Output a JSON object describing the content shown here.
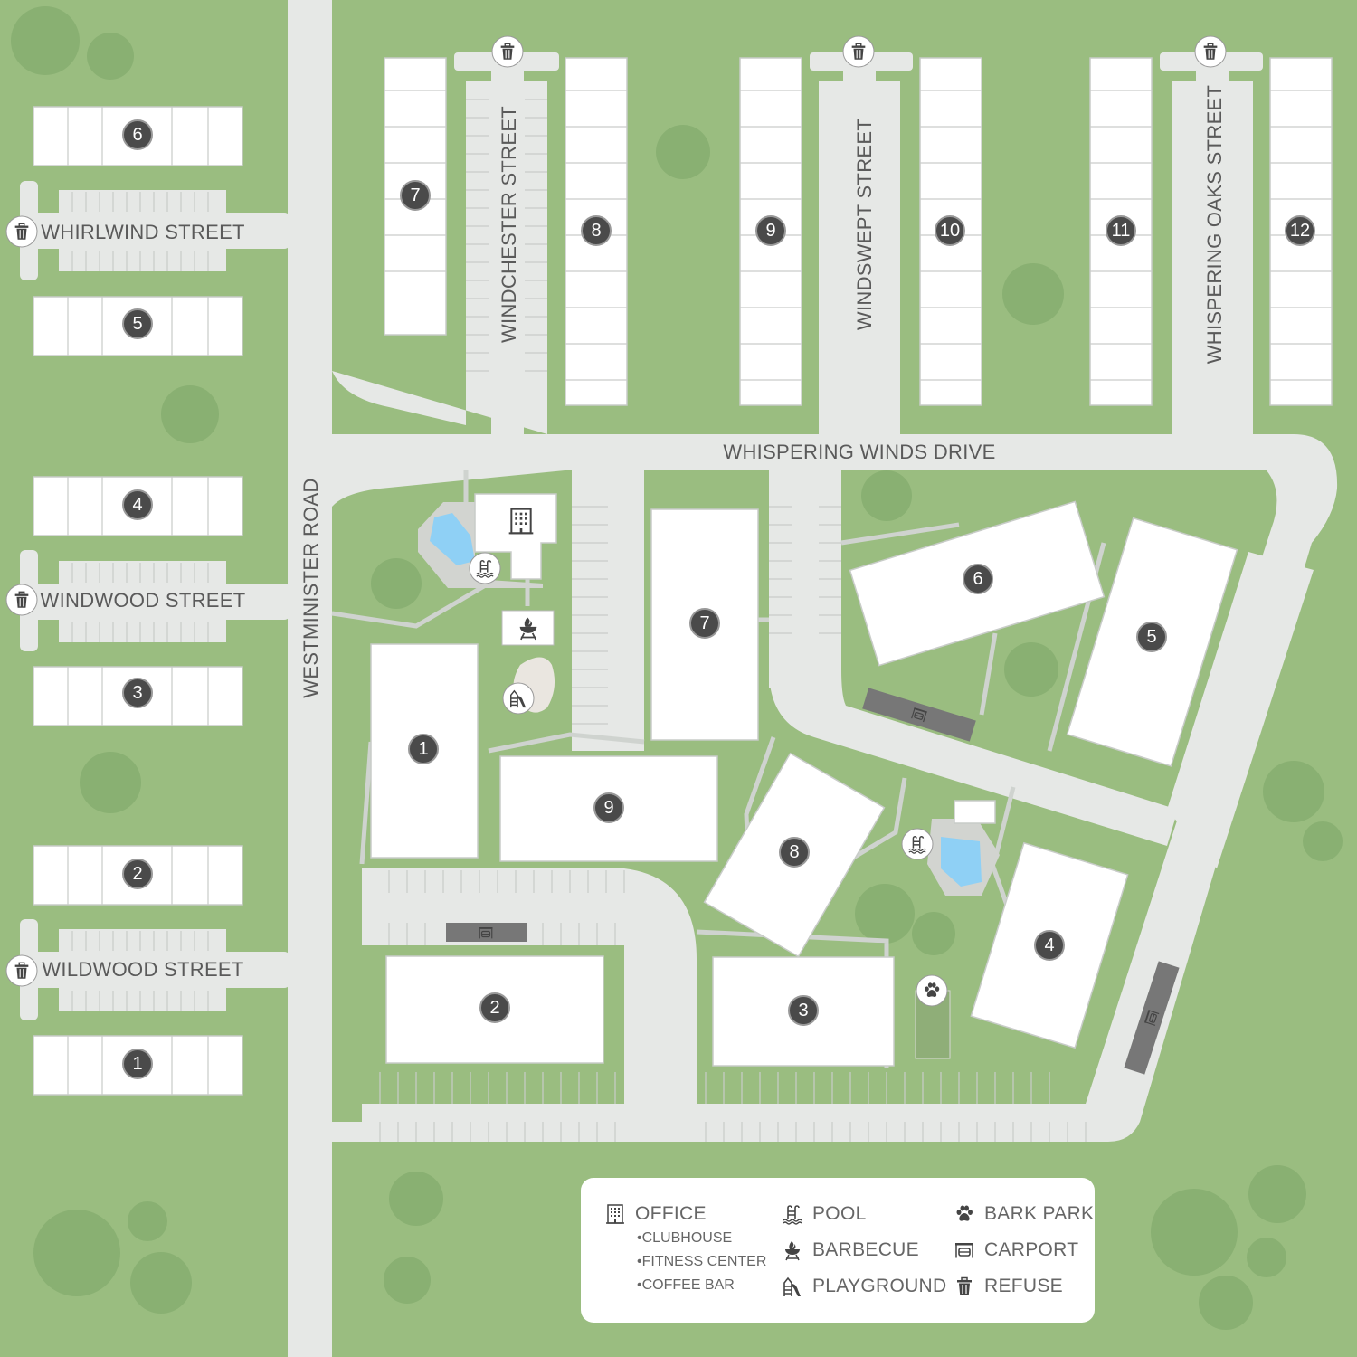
{
  "roads": {
    "westminster": "WESTMINISTER ROAD",
    "whirlwind": "WHIRLWIND STREET",
    "windwood": "WINDWOOD STREET",
    "wildwood": "WILDWOOD STREET",
    "windchester": "WINDCHESTER STREET",
    "windswept": "WINDSWEPT STREET",
    "whispering_oaks": "WHISPERING OAKS STREET",
    "whispering_winds": "WHISPERING WINDS DRIVE"
  },
  "buildings": {
    "left": [
      "6",
      "5",
      "4",
      "3",
      "2",
      "1"
    ],
    "top": [
      "7",
      "8",
      "9",
      "10",
      "11",
      "12"
    ],
    "center": [
      "1",
      "7",
      "9",
      "2",
      "3",
      "6",
      "5",
      "8",
      "4"
    ]
  },
  "legend": {
    "office": "OFFICE",
    "office_items": [
      "•CLUBHOUSE",
      "•FITNESS CENTER",
      "•COFFEE BAR"
    ],
    "pool": "POOL",
    "barbecue": "BARBECUE",
    "playground": "PLAYGROUND",
    "bark_park": "BARK PARK",
    "carport": "CARPORT",
    "refuse": "REFUSE"
  },
  "colors": {
    "grass": "#9abd80",
    "road": "#e6e8e6",
    "marker": "#4a4a4a",
    "pool": "#8fd0f5"
  }
}
